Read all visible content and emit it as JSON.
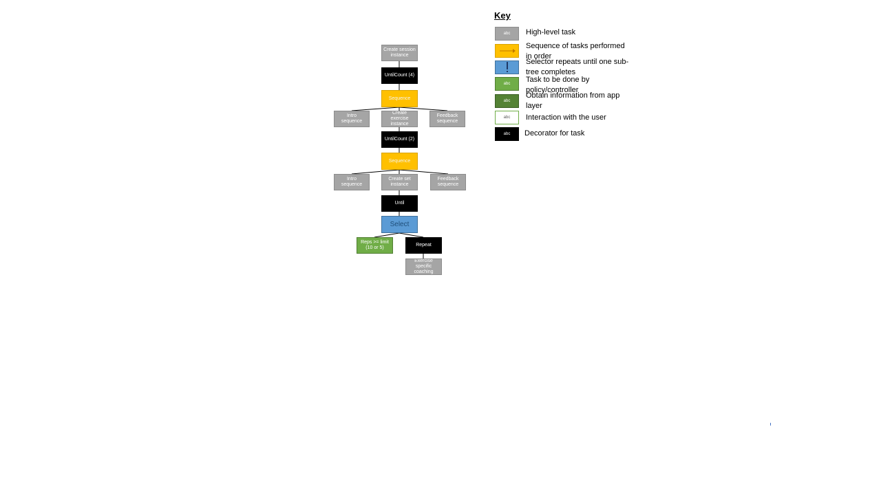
{
  "tree": {
    "create_session": "Create session instance",
    "until_count_4": "UntilCount (4)",
    "sequence_1": "Sequence",
    "intro_seq_1": "Intro sequence",
    "create_exercise": "Create exercise instance",
    "feedback_seq_1": "Feedback sequence",
    "until_count_2": "UntilCount (2)",
    "sequence_2": "Sequence",
    "intro_seq_2": "Intro sequence",
    "create_set": "Create set instance",
    "feedback_seq_2": "Feedback sequence",
    "until": "Until",
    "select": "Select",
    "reps_limit": "Reps >= limit (10 or 5)",
    "repeat": "Repeat",
    "exercise_coaching": "Exercise specific coaching"
  },
  "key": {
    "title": "Key",
    "swatch_text": "abc",
    "items": [
      {
        "label": "High-level task",
        "icon": "grey-box"
      },
      {
        "label": "Sequence of tasks performed in order",
        "icon": "arrow-right-icon"
      },
      {
        "label": "Selector repeats until one sub-tree completes",
        "icon": "exclamation-icon"
      },
      {
        "label": "Task to be done by policy/controller"
      },
      {
        "label": "Obtain information from app layer"
      },
      {
        "label": "Interaction with the user"
      },
      {
        "label": "Decorator for task"
      }
    ]
  },
  "colors": {
    "high_level": "#a5a5a5",
    "sequence": "#ffc000",
    "selector": "#5b9bd5",
    "policy": "#70ad47",
    "app_layer": "#548235",
    "decorator": "#000000"
  }
}
